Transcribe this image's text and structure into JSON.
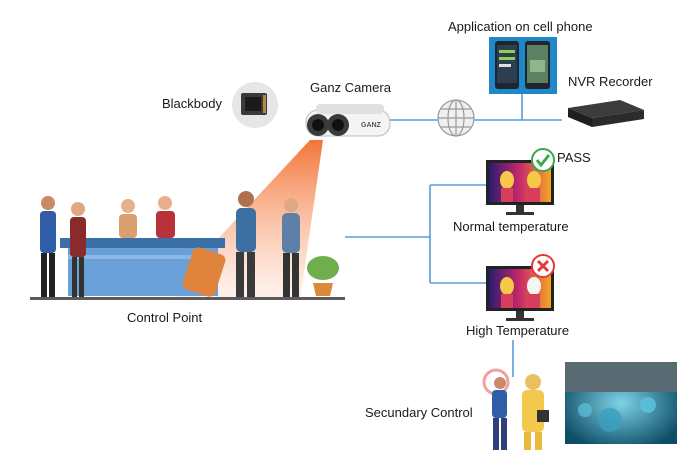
{
  "labels": {
    "app": "Application on cell phone",
    "nvr": "NVR Recorder",
    "camera": "Ganz Camera",
    "blackbody": "Blackbody",
    "pass": "PASS",
    "normal": "Normal temperature",
    "high": "High Temperature",
    "control_point": "Control Point",
    "secundary": "Secundary Control"
  },
  "camera_brand": "GANZ",
  "icons": {
    "globe": "globe-icon",
    "pass": "check-icon",
    "fail": "x-icon"
  },
  "colors": {
    "connector": "#5b9bd5",
    "beam": "#f26522",
    "pass": "#3aa84a",
    "fail": "#e53935",
    "desk": "#6aa0d8",
    "suitcase": "#e0833a"
  }
}
